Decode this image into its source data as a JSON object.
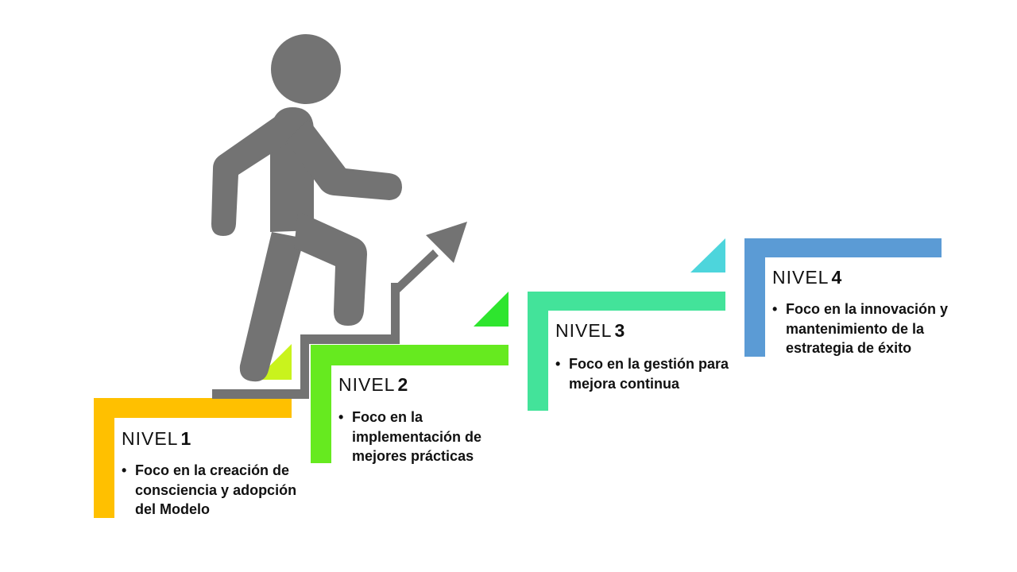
{
  "colors": {
    "figure": "#737373",
    "level1": "#FFC000",
    "level1_corner": "#C9F31D",
    "level2": "#66EA1F",
    "level2_corner": "#2EE52E",
    "level3": "#43E39A",
    "level3_corner": "#4DD5DC",
    "level4": "#5B9BD5"
  },
  "levels": [
    {
      "word": "NIVEL",
      "number": "1",
      "bullet": "•",
      "description": "Foco en la creación de consciencia y adopción del Modelo"
    },
    {
      "word": "NIVEL",
      "number": "2",
      "bullet": "•",
      "description": "Foco en la implementación de mejores prácticas"
    },
    {
      "word": "NIVEL",
      "number": "3",
      "bullet": "•",
      "description": "Foco en la gestión para mejora continua"
    },
    {
      "word": "NIVEL",
      "number": "4",
      "bullet": "•",
      "description": "Foco en la innovación y mantenimiento de la estrategia de éxito"
    }
  ],
  "icons": {
    "person": "person-climbing-stairs-icon",
    "arrow": "arrow-up-right-icon"
  }
}
